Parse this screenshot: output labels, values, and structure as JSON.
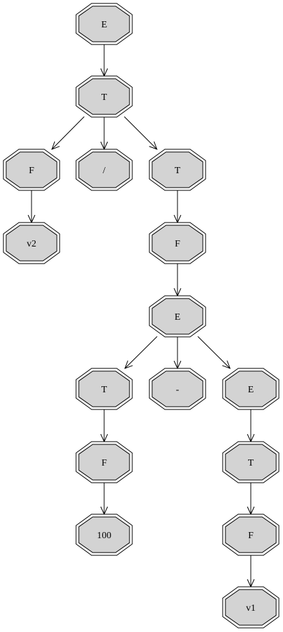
{
  "diagram": {
    "type": "parse-tree",
    "nodes": [
      {
        "id": "n1",
        "label": "E"
      },
      {
        "id": "n2",
        "label": "T"
      },
      {
        "id": "n3",
        "label": "F"
      },
      {
        "id": "n4",
        "label": "/"
      },
      {
        "id": "n5",
        "label": "T"
      },
      {
        "id": "n6",
        "label": "v2"
      },
      {
        "id": "n7",
        "label": "F"
      },
      {
        "id": "n8",
        "label": "E"
      },
      {
        "id": "n9",
        "label": "T"
      },
      {
        "id": "n10",
        "label": "-"
      },
      {
        "id": "n11",
        "label": "E"
      },
      {
        "id": "n12",
        "label": "F"
      },
      {
        "id": "n13",
        "label": "T"
      },
      {
        "id": "n14",
        "label": "100"
      },
      {
        "id": "n15",
        "label": "F"
      },
      {
        "id": "n16",
        "label": "v1"
      }
    ],
    "edges": [
      {
        "from": "n1",
        "to": "n2"
      },
      {
        "from": "n2",
        "to": "n3"
      },
      {
        "from": "n2",
        "to": "n4"
      },
      {
        "from": "n2",
        "to": "n5"
      },
      {
        "from": "n3",
        "to": "n6"
      },
      {
        "from": "n5",
        "to": "n7"
      },
      {
        "from": "n7",
        "to": "n8"
      },
      {
        "from": "n8",
        "to": "n9"
      },
      {
        "from": "n8",
        "to": "n10"
      },
      {
        "from": "n8",
        "to": "n11"
      },
      {
        "from": "n9",
        "to": "n12"
      },
      {
        "from": "n11",
        "to": "n13"
      },
      {
        "from": "n12",
        "to": "n14"
      },
      {
        "from": "n13",
        "to": "n15"
      },
      {
        "from": "n15",
        "to": "n16"
      }
    ],
    "colors": {
      "node_fill": "#d3d3d3",
      "node_stroke": "#000000",
      "edge": "#000000",
      "background": "#ffffff"
    }
  }
}
